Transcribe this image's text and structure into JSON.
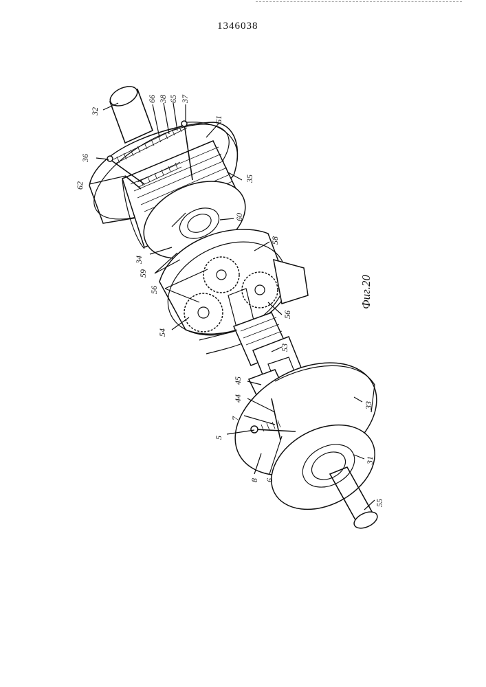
{
  "document": {
    "patent_number": "1346038",
    "figure_caption": "Фиг.20"
  },
  "labels": [
    {
      "key": "l32",
      "text": "32"
    },
    {
      "key": "l66",
      "text": "66"
    },
    {
      "key": "l38",
      "text": "38"
    },
    {
      "key": "l65",
      "text": "65"
    },
    {
      "key": "l37",
      "text": "37"
    },
    {
      "key": "l61",
      "text": "61"
    },
    {
      "key": "l36",
      "text": "36"
    },
    {
      "key": "l62",
      "text": "62"
    },
    {
      "key": "l35",
      "text": "35"
    },
    {
      "key": "l60",
      "text": "60"
    },
    {
      "key": "l34",
      "text": "34"
    },
    {
      "key": "l59",
      "text": "59"
    },
    {
      "key": "l58",
      "text": "58"
    },
    {
      "key": "l56a",
      "text": "56"
    },
    {
      "key": "l56b",
      "text": "56"
    },
    {
      "key": "l54",
      "text": "54"
    },
    {
      "key": "l53",
      "text": "53"
    },
    {
      "key": "l45",
      "text": "45"
    },
    {
      "key": "l44",
      "text": "44"
    },
    {
      "key": "l7",
      "text": "7"
    },
    {
      "key": "l5",
      "text": "5"
    },
    {
      "key": "l8",
      "text": "8"
    },
    {
      "key": "l6",
      "text": "6"
    },
    {
      "key": "l33",
      "text": "33"
    },
    {
      "key": "l31",
      "text": "31"
    },
    {
      "key": "l55",
      "text": "55"
    }
  ]
}
